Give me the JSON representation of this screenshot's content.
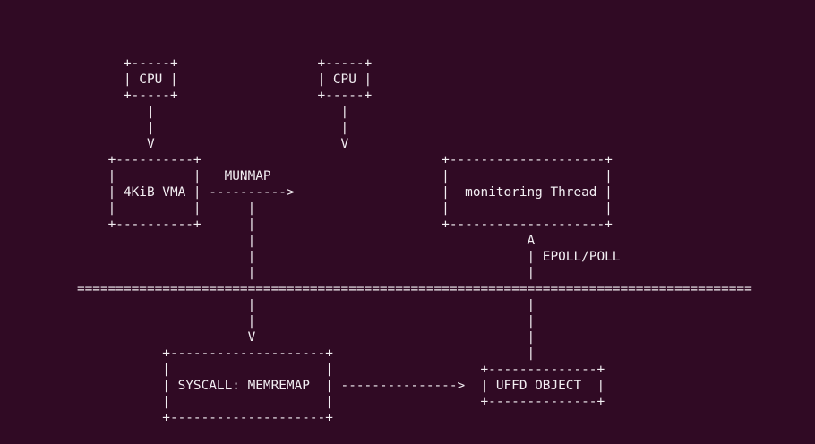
{
  "terminal": {
    "colors": {
      "background": "#300a24",
      "foreground": "#f2eef2"
    },
    "nodes": {
      "cpu_left": "CPU",
      "cpu_right": "CPU",
      "vma": "4KiB VMA",
      "monitoring_thread": "monitoring Thread",
      "syscall_memremap": "SYSCALL: MEMREMAP",
      "uffd_object": "UFFD OBJECT"
    },
    "edge_labels": {
      "munmap": "MUNMAP",
      "epoll_poll": "EPOLL/POLL"
    },
    "diagram_lines": [
      "",
      "",
      "",
      "               +-----+                  +-----+",
      "               | CPU |                  | CPU |",
      "               +-----+                  +-----+",
      "                  |                        |",
      "                  |                        |",
      "                  V                        V",
      "             +----------+                               +--------------------+",
      "             |          |   MUNMAP                      |                    |",
      "             | 4KiB VMA | ---------->                   |  monitoring Thread |",
      "             |          |      |                        |                    |",
      "             +----------+      |                        +--------------------+",
      "                               |                                   A",
      "                               |                                   | EPOLL/POLL",
      "                               |                                   |",
      "         =======================================================================================",
      "                               |                                   |",
      "                               |                                   |",
      "                               V                                   |",
      "                    +--------------------+                         |",
      "                    |                    |                   +--------------+",
      "                    | SYSCALL: MEMREMAP  | --------------->  | UFFD OBJECT  |",
      "                    |                    |                   +--------------+",
      "                    +--------------------+"
    ]
  }
}
